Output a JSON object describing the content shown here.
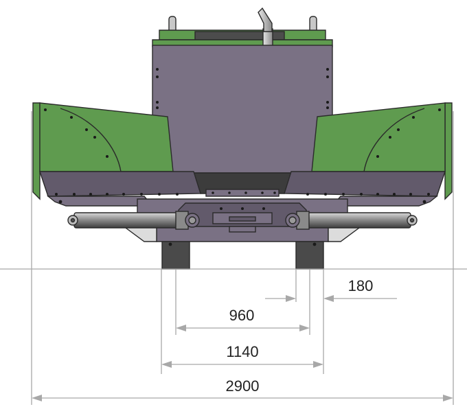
{
  "dimensions": {
    "track_gap_label": "180",
    "inner_width_label": "960",
    "track_width_label": "1140",
    "overall_width_label": "2900"
  },
  "colors": {
    "green": "#5f9b4f",
    "purple": "#7a7184",
    "purple_dark": "#625a6b",
    "outline": "#2a2a2a",
    "dim_line": "#a8a8a8",
    "dim_text": "#222222",
    "track": "#4a4a4a",
    "cylinder": "#8e8e8e"
  }
}
